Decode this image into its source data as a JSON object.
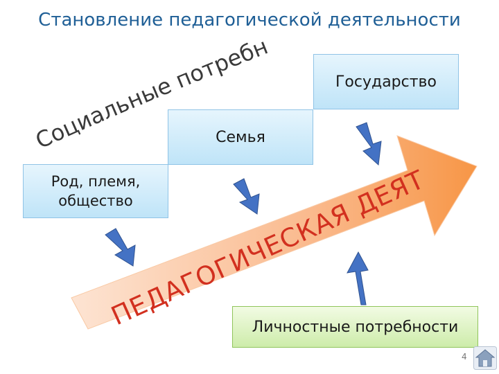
{
  "title": "Становление педагогической деятельности",
  "curved_text": "Социальные потребности",
  "boxes": {
    "rod": "Род, племя,\nобщество",
    "semya": "Семья",
    "gosudarstvo": "Государство",
    "lichnostnye": "Личностные потребности"
  },
  "arrow_text": "ПЕДАГОГИЧЕСКАЯ ДЕЯТЕЛЬНОСТЬ",
  "page_number": "4",
  "icons": {
    "home": "home-icon"
  },
  "colors": {
    "title": "#1f5f96",
    "blue_arrow": "#4472c4",
    "big_arrow_start": "#fbd9c4",
    "big_arrow_end": "#f79646",
    "big_arrow_text": "#d2301f"
  }
}
